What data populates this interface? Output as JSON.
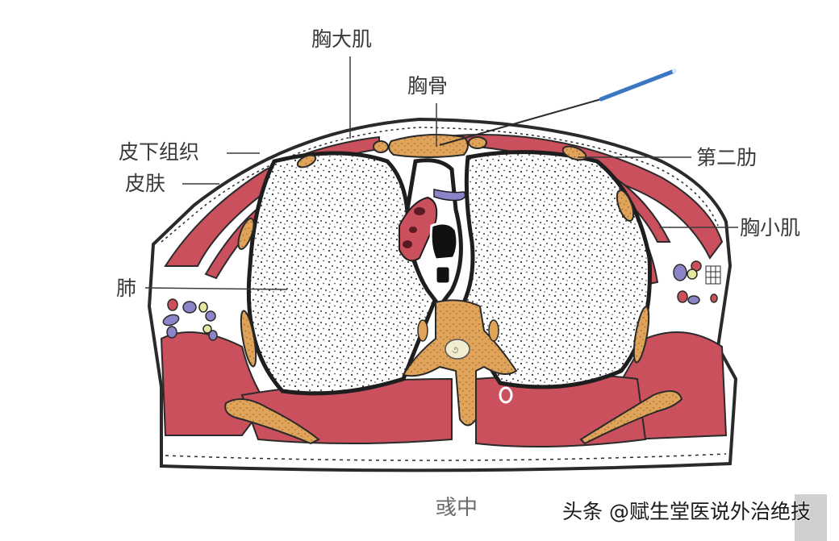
{
  "diagram": {
    "type": "anatomical-cross-section",
    "subject": "thorax transverse section with needle insertion",
    "labels": {
      "pectoralis_major": "胸大肌",
      "sternum": "胸骨",
      "subcutaneous_tissue": "皮下组织",
      "skin": "皮肤",
      "second_rib": "第二肋",
      "pectoralis_minor": "胸小肌",
      "lung": "肺"
    },
    "caption": "彧中",
    "watermark": "头条 @赋生堂医说外治绝技",
    "colors": {
      "muscle": "#c9505c",
      "bone": "#e0a35a",
      "lung_fill": "#ffffff",
      "outline": "#2a2a2a",
      "needle_handle": "#3a78c4",
      "needle_shaft": "#2a2a2a",
      "vein": "#8c84c8",
      "nerve": "#e6e8a0",
      "artery": "#c9505c",
      "spinal_cord": "#f2ecd0"
    }
  }
}
